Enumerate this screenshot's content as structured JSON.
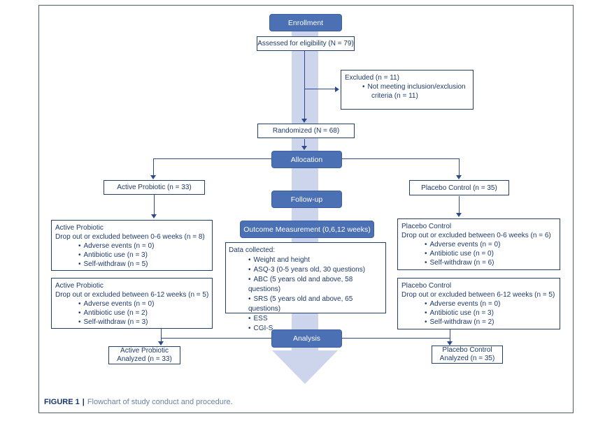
{
  "ui": {
    "bullet": "•"
  },
  "colors": {
    "stage_fill": "#4b70b4",
    "stage_border": "#3a5fa3",
    "box_border": "#223e6b",
    "text_dark": "#1e3a69",
    "connector": "#2d4b8c",
    "band": "#cdd5ec",
    "frame_border": "#4d5d66",
    "caption_label": "#16366b",
    "caption_text": "#6b84a4"
  },
  "stages": {
    "enrollment": "Enrollment",
    "allocation": "Allocation",
    "followup": "Follow-up",
    "outcome": "Outcome Measurement (0,6,12 weeks)",
    "analysis": "Analysis"
  },
  "nodes": {
    "assessed": "Assessed for eligibility (N = 79)",
    "excluded": {
      "title": "Excluded (n = 11)",
      "bullet": "Not meeting inclusion/exclusion",
      "bullet_cont": "criteria (n = 11)"
    },
    "randomized": "Randomized (N = 68)",
    "active_probiotic": "Active Probiotic (n = 33)",
    "placebo_control": "Placebo Control (n = 35)",
    "ap_drop_0_6": {
      "line1": "Active Probiotic",
      "line2": "Drop out or excluded between 0-6 weeks (n = 8)",
      "bullets": [
        "Adverse events (n = 0)",
        "Antibiotic use (n = 3)",
        "Self-withdraw (n = 5)"
      ]
    },
    "ap_drop_6_12": {
      "line1": "Active Probiotic",
      "line2": "Drop out or excluded between 6-12 weeks (n = 5)",
      "bullets": [
        "Adverse events (n = 0)",
        "Antibiotic use (n = 2)",
        "Self-withdraw (n = 3)"
      ]
    },
    "pc_drop_0_6": {
      "line1": "Placebo Control",
      "line2": "Drop out or excluded between 0-6 weeks (n = 6)",
      "bullets": [
        "Adverse events (n = 0)",
        "Antibiotic use (n = 0)",
        "Self-withdraw (n = 6)"
      ]
    },
    "pc_drop_6_12": {
      "line1": "Placebo Control",
      "line2": "Drop out or excluded between 6-12 weeks (n = 5)",
      "bullets": [
        "Adverse events (n = 0)",
        "Antibiotic use (n = 3)",
        "Self-withdraw (n = 2)"
      ]
    },
    "data_collected": {
      "title": "Data collected:",
      "bullets": [
        "Weight and height",
        "ASQ-3 (0-5 years old, 30 questions)",
        "ABC (5 years old and above, 58 questions)",
        "SRS (5 years old and above, 65 questions)",
        "ESS",
        "CGI-S"
      ]
    },
    "ap_analyzed": {
      "line1": "Active Probiotic",
      "line2": "Analyzed (n = 33)"
    },
    "pc_analyzed": {
      "line1": "Placebo Control",
      "line2": "Analyzed (n = 35)"
    }
  },
  "caption": {
    "label": "FIGURE 1",
    "separator": "|",
    "text": "Flowchart of study conduct and procedure."
  }
}
